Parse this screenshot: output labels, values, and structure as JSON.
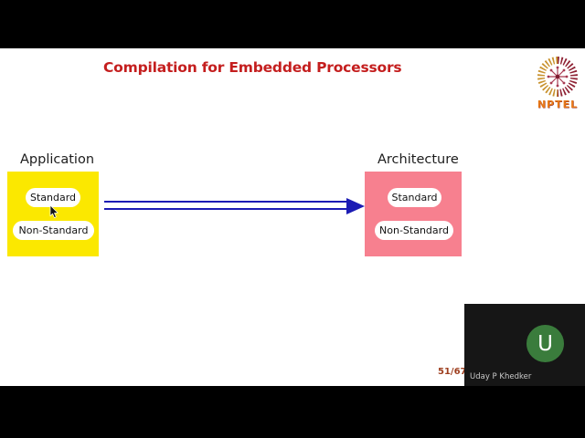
{
  "slide": {
    "title": "Compilation for Embedded Processors",
    "page_number": "51/67",
    "diagram": {
      "application": {
        "label": "Application",
        "items": [
          "Standard",
          "Non-Standard"
        ]
      },
      "architecture": {
        "label": "Architecture",
        "items": [
          "Standard",
          "Non-Standard"
        ]
      }
    }
  },
  "logo": {
    "text": "NPTEL"
  },
  "video_overlay": {
    "participant_name": "Uday P Khedker",
    "avatar_letter": "U"
  },
  "colors": {
    "title_red": "#c41e1e",
    "application_yellow": "#fbe800",
    "architecture_pink": "#f7808f",
    "arrow_blue": "#1c1cb4",
    "avatar_green": "#3a7c3c",
    "page_number_brown": "#9e3f1f",
    "nptel_orange": "#e87817",
    "letterbox_black": "#000000",
    "overlay_background": "#161616"
  }
}
